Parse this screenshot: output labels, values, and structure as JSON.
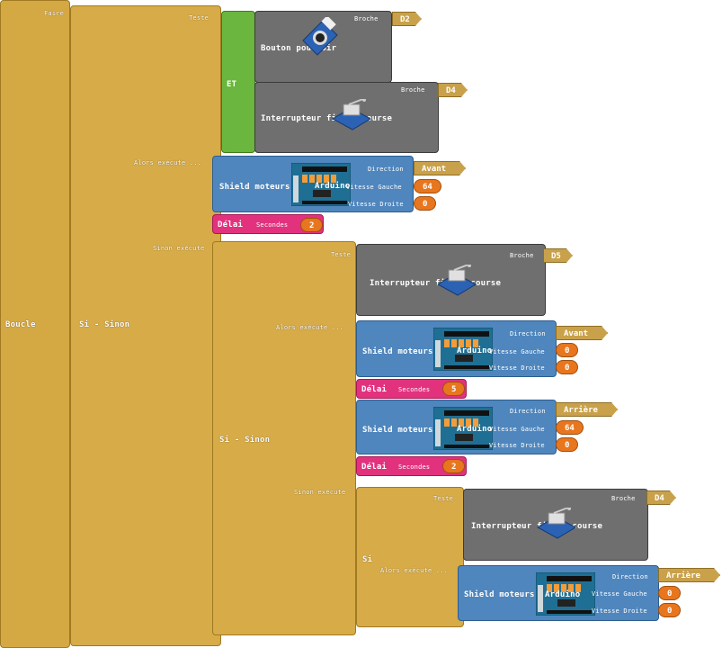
{
  "boucle": {
    "title": "Boucle",
    "faire": "Faire"
  },
  "si1": {
    "title": "Si - Sinon",
    "teste": "Teste",
    "alors": "Alors exécute ...",
    "sinon": "Sinon exécute",
    "et": "ET",
    "bouton": {
      "title": "Bouton poussoir",
      "broche": "Broche",
      "pin": "D2"
    },
    "interrupteur": {
      "title": "Interrupteur fin de course",
      "broche": "Broche",
      "pin": "D4"
    },
    "shield": {
      "title": "Shield moteurs",
      "arduino": "Arduino",
      "direction_label": "Direction",
      "direction": "Avant",
      "vg_label": "Vitesse Gauche",
      "vg": "64",
      "vd_label": "Vitesse Droite",
      "vd": "0"
    },
    "delai": {
      "title": "Délai",
      "secondes": "Secondes",
      "value": "2"
    }
  },
  "si2": {
    "title": "Si - Sinon",
    "teste": "Teste",
    "alors": "Alors exécute ...",
    "sinon": "Sinon exécute",
    "interrupteur": {
      "title": "Interrupteur fin de course",
      "broche": "Broche",
      "pin": "D5"
    },
    "shield1": {
      "title": "Shield moteurs",
      "arduino": "Arduino",
      "direction_label": "Direction",
      "direction": "Avant",
      "vg_label": "Vitesse Gauche",
      "vg": "0",
      "vd_label": "Vitesse Droite",
      "vd": "0"
    },
    "delai1": {
      "title": "Délai",
      "secondes": "Secondes",
      "value": "5"
    },
    "shield2": {
      "title": "Shield moteurs",
      "arduino": "Arduino",
      "direction_label": "Direction",
      "direction": "Arrière",
      "vg_label": "Vitesse Gauche",
      "vg": "64",
      "vd_label": "Vitesse Droite",
      "vd": "0"
    },
    "delai2": {
      "title": "Délai",
      "secondes": "Secondes",
      "value": "2"
    }
  },
  "si3": {
    "title": "Si",
    "teste": "Teste",
    "alors": "Alors exécute ...",
    "interrupteur": {
      "title": "Interrupteur fin de course",
      "broche": "Broche",
      "pin": "D4"
    },
    "shield": {
      "title": "Shield moteurs",
      "arduino": "Arduino",
      "direction_label": "Direction",
      "direction": "Arrière",
      "vg_label": "Vitesse Gauche",
      "vg": "0",
      "vd_label": "Vitesse Droite",
      "vd": "0"
    }
  },
  "colors": {
    "loop": "#d4a843",
    "logic": "#6ab63e",
    "sensor": "#6f6f6f",
    "motor": "#4f86bd",
    "delay": "#e2327e",
    "number": "#e8761e",
    "dropdown": "#c9a14a"
  }
}
